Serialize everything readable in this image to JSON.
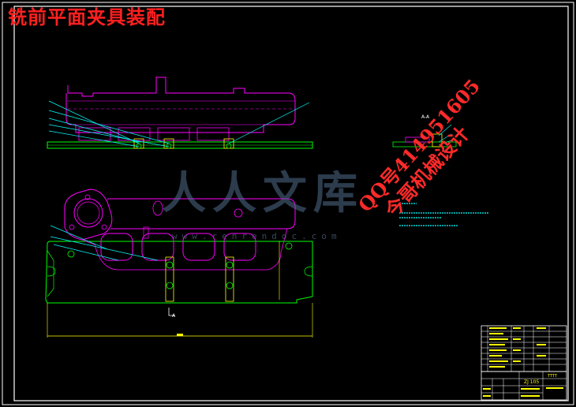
{
  "title": "铣前平面夹具装配",
  "watermark": {
    "logo_text": "人人文库",
    "url": "www.renrendoc.com",
    "contact_line1": "QQ号414951605",
    "contact_line2": "今哥机械设计"
  },
  "section_label": "A-A",
  "view_marker": "A",
  "title_block": {
    "drawing_no": "ZJ 105",
    "label_right": "TTTT"
  },
  "colors": {
    "frame": "#ffffff",
    "part": "#ff00ff",
    "fixture": "#00ff00",
    "leader": "#00ffff",
    "title": "#ff2020",
    "table": "#ffffff"
  }
}
